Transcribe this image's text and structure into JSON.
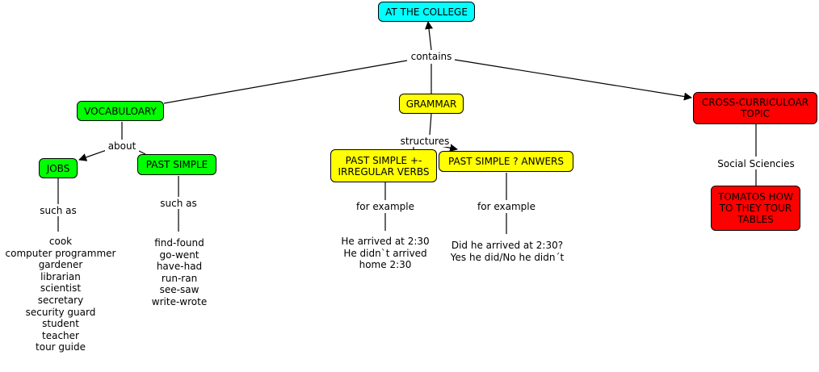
{
  "colors": {
    "cyan": "#00ffff",
    "green": "#00ff00",
    "yellow": "#ffff00",
    "red": "#ff0000"
  },
  "nodes": {
    "root": "AT THE COLLEGE",
    "vocabulary": "VOCABULOARY",
    "grammar": "GRAMMAR",
    "cross": "CROSS-CURRICULOAR\nTOPIC",
    "jobs": "JOBS",
    "past_simple_vocab": "PAST SIMPLE",
    "past_simple_irregular": "PAST SIMPLE +-\nIRREGULAR VERBS",
    "past_simple_question": "PAST SIMPLE ? ANWERS",
    "tomatos": "TOMATOS HOW\nTO THEY TOUR\nTABLES"
  },
  "links": {
    "contains": "contains",
    "about": "about",
    "structures": "structures",
    "such_as_jobs": "such as",
    "such_as_verbs": "such as",
    "for_example_irregular": "for example",
    "for_example_question": "for example",
    "social": "Social Sciencies"
  },
  "lists": {
    "jobs": "cook\ncomputer programmer\ngardener\nlibrarian\nscientist\nsecretary\nsecurity guard\nstudent\nteacher\ntour guide",
    "verbs": "find-found\ngo-went\nhave-had\nrun-ran\nsee-saw\nwrite-wrote",
    "irregular_examples": "He arrived at 2:30\nHe didn`t arrived\nhome 2:30",
    "question_examples": "Did he arrived at 2:30?\nYes he did/No he didn´t"
  }
}
